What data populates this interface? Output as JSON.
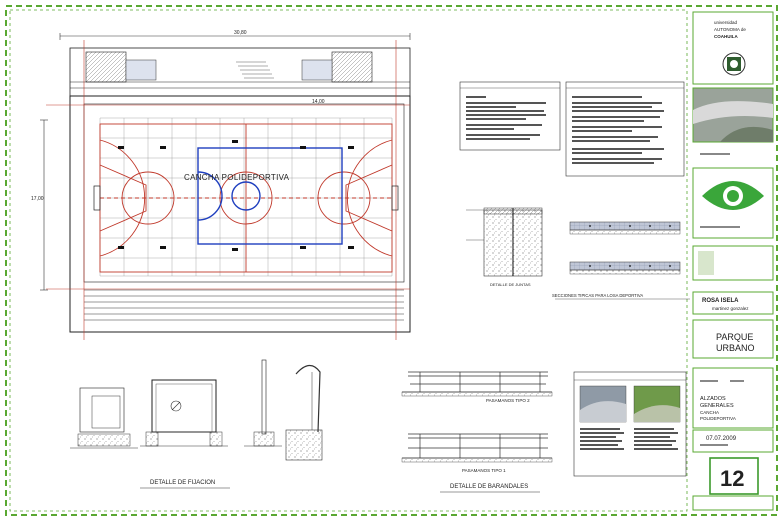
{
  "court": {
    "title": "CANCHA POLIDEPORTIVA",
    "dim_top": "30,80",
    "dim_inner": "14,00",
    "dim_left": "17,00"
  },
  "details": {
    "fixation_title": "DETALLE DE FIJACION",
    "railings_title": "DETALLE DE BARANDALES",
    "railing_type1": "PASAMANOS TIPO 1",
    "railing_type2": "PASAMANOS TIPO 2",
    "sections_title": "SECCIONES TIPICAS PARA LOSA DEPORTIVA",
    "joint_detail": "DETALLE DE JUNTAS"
  },
  "title_block": {
    "university_line1": "universidad",
    "university_line2": "AUTONOMA de",
    "university_line3": "COAHUILA",
    "author_name": "ROSA ISELA",
    "author_surname": "martinez gonzalez",
    "project_line1": "PARQUE",
    "project_line2": "URBANO",
    "content_line1": "ALZADOS",
    "content_line2": "GENERALES",
    "content_line3": "CANCHA",
    "content_line4": "POLIDEPORTIVA",
    "date": "07.07.2009",
    "sheet_number": "12"
  },
  "colors": {
    "border_green": "#5aa832",
    "blue_line": "#1f3fbf",
    "red_line": "#c0392b",
    "logo_green": "#3aa63a",
    "sheet_box_green": "#3c9a2c"
  }
}
